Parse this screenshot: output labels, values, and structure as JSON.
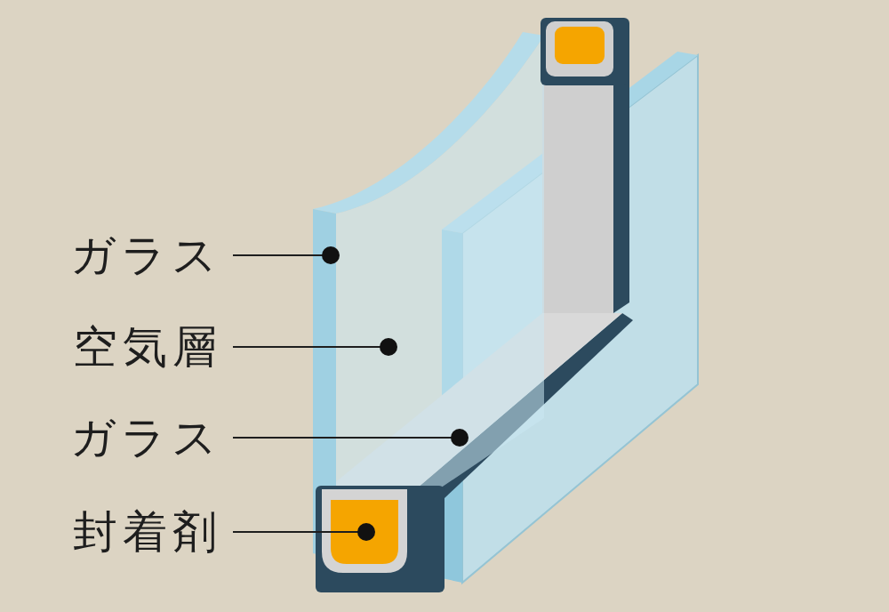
{
  "diagram": {
    "labels": [
      "ガラス",
      "空気層",
      "ガラス",
      "封着剤"
    ]
  }
}
